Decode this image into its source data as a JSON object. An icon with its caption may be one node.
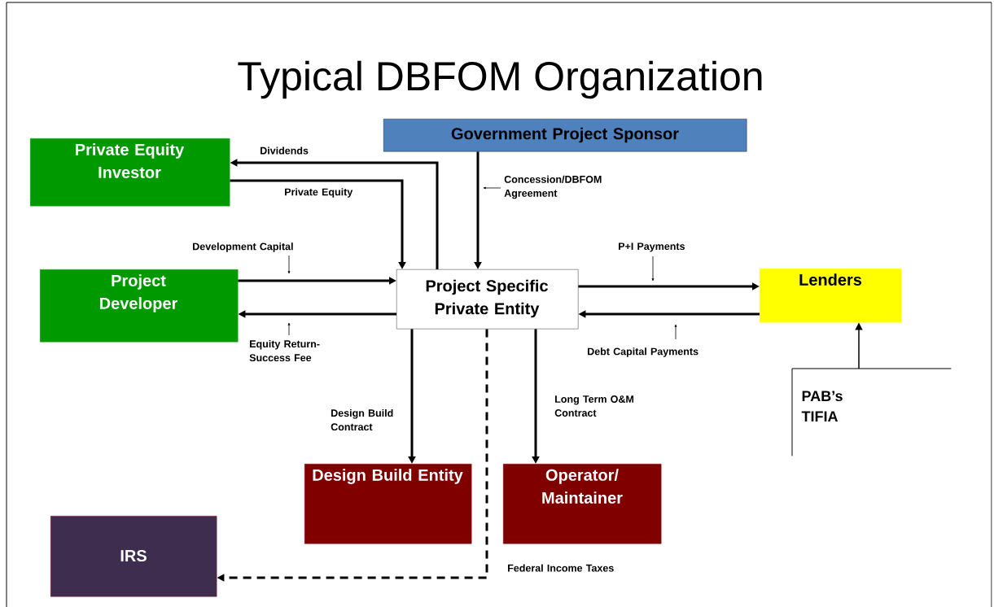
{
  "diagram": {
    "title": "Typical DBFOM Organization",
    "nodes": [
      {
        "text": [
          "Government Project Sponsor"
        ]
      },
      {
        "text": [
          "Private Equity Investor"
        ]
      },
      {
        "text": [
          "Project Developer"
        ]
      },
      {
        "text": [
          "Project Specific Private Entity"
        ]
      },
      {
        "text": [
          "Lenders"
        ]
      },
      {
        "text": [
          "Design Build Entity"
        ]
      },
      {
        "text": [
          "Operator/ Maintainer"
        ]
      },
      {
        "text": [
          "IRS"
        ]
      },
      {
        "text": [
          "PAB’s TIFIA"
        ]
      }
    ],
    "edges": [
      {
        "from": 3,
        "to": 1,
        "arrow": "to",
        "label": "Dividends"
      },
      {
        "from": 1,
        "to": 3,
        "arrow": "to",
        "label": "Private Equity"
      },
      {
        "from": 0,
        "to": 3,
        "arrow": "to",
        "label": "Concession/DBFOM Agreement"
      },
      {
        "from": 2,
        "to": 3,
        "arrow": "to",
        "label": "Development Capital"
      },
      {
        "from": 3,
        "to": 2,
        "arrow": "to",
        "label": "Equity Return- Success Fee"
      },
      {
        "from": 3,
        "to": 4,
        "arrow": "to",
        "label": "P+I Payments"
      },
      {
        "from": 4,
        "to": 3,
        "arrow": "to",
        "label": "Debt Capital Payments"
      },
      {
        "from": 3,
        "to": 5,
        "arrow": "to",
        "label": "Design Build Contract"
      },
      {
        "from": 3,
        "to": 6,
        "arrow": "to",
        "label": "Long Term O&M Contract"
      },
      {
        "from": 3,
        "to": 7,
        "arrow": "to",
        "label": "Federal Income Taxes",
        "style": "dashed"
      },
      {
        "from": 8,
        "to": 4,
        "arrow": "to"
      }
    ]
  }
}
